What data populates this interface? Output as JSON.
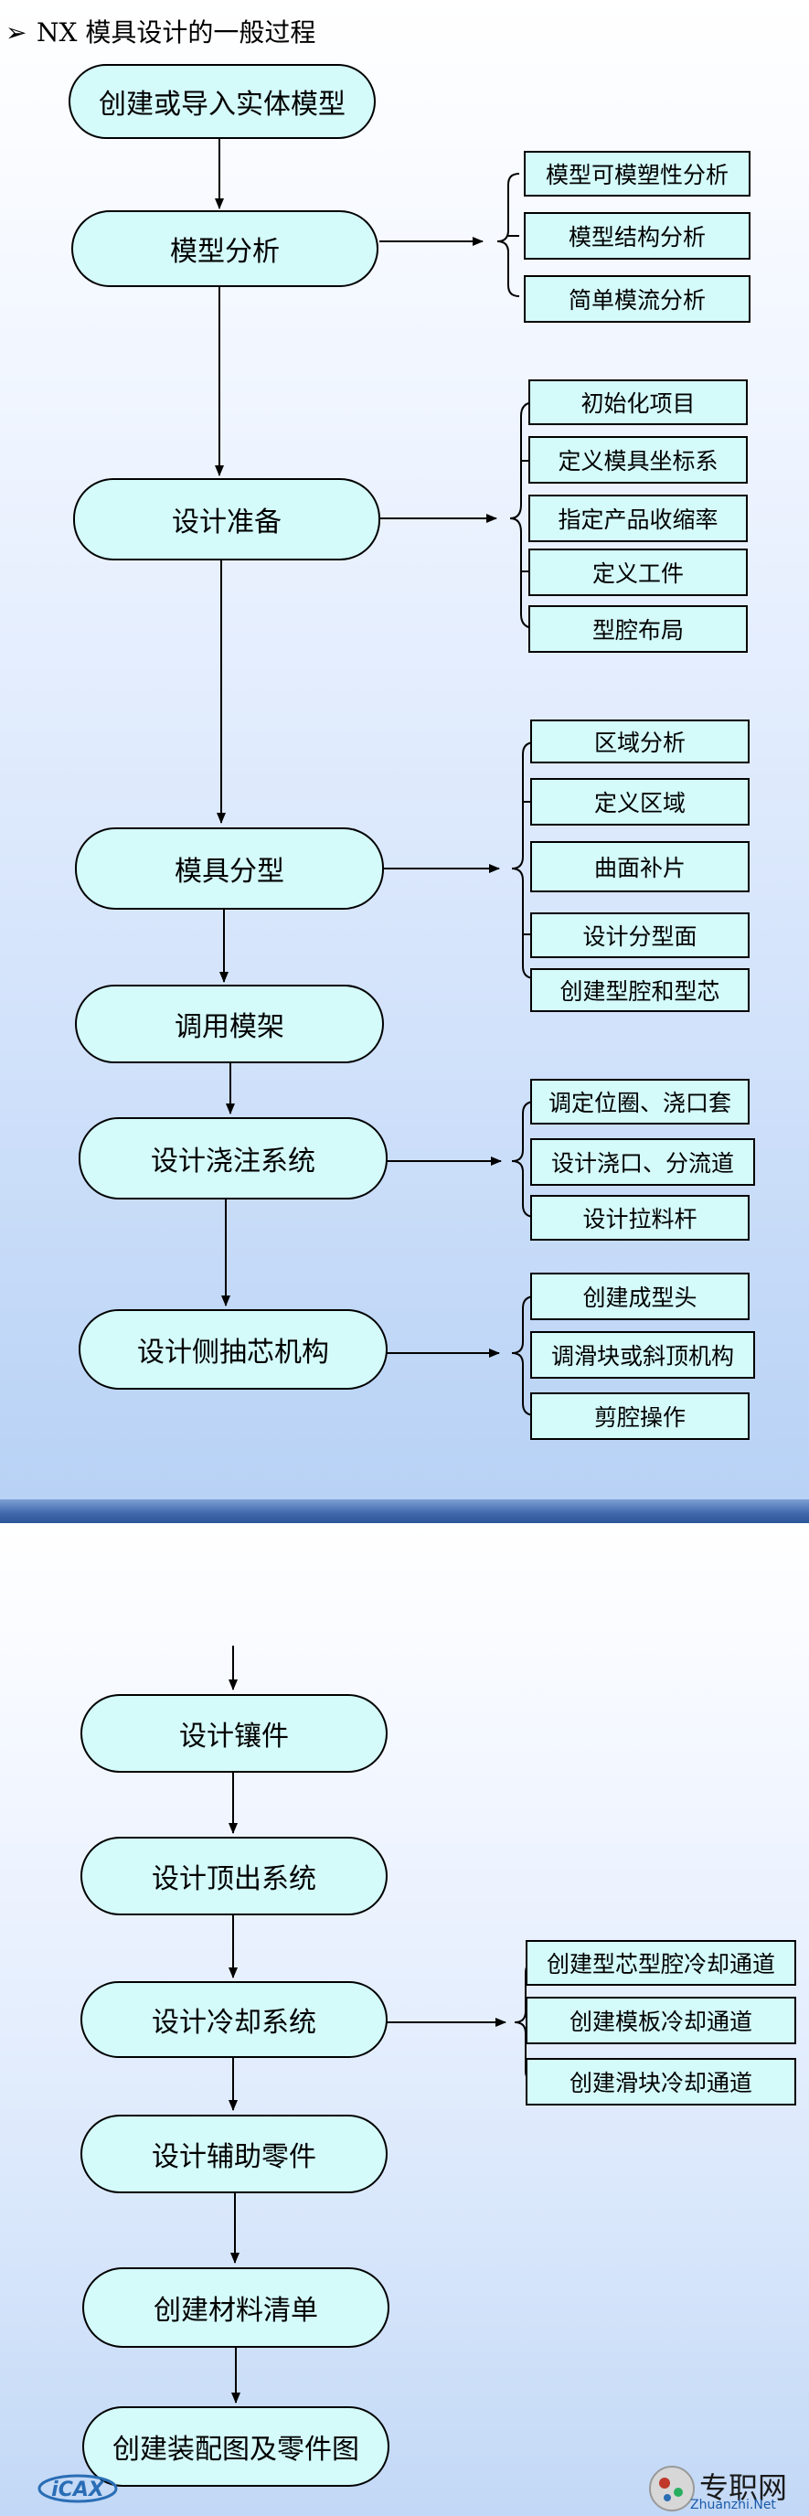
{
  "title": "NX 模具设计的一般过程",
  "flow1": {
    "main": [
      "创建或导入实体模型",
      "模型分析",
      "设计准备",
      "模具分型",
      "调用模架",
      "设计浇注系统",
      "设计侧抽芯机构"
    ],
    "groups": {
      "analysis": [
        "模型可模塑性分析",
        "模型结构分析",
        "简单模流分析"
      ],
      "prep": [
        "初始化项目",
        "定义模具坐标系",
        "指定产品收缩率",
        "定义工件",
        "型腔布局"
      ],
      "parting": [
        "区域分析",
        "定义区域",
        "曲面补片",
        "设计分型面",
        "创建型腔和型芯"
      ],
      "gating": [
        "调定位圈、浇口套",
        "设计浇口、分流道",
        "设计拉料杆"
      ],
      "slide": [
        "创建成型头",
        "调滑块或斜顶机构",
        "剪腔操作"
      ]
    }
  },
  "flow2": {
    "main": [
      "设计镶件",
      "设计顶出系统",
      "设计冷却系统",
      "设计辅助零件",
      "创建材料清单",
      "创建装配图及零件图"
    ],
    "cooling": [
      "创建型芯型腔冷却通道",
      "创建模板冷却通道",
      "创建滑块冷却通道"
    ]
  },
  "logos": {
    "right_main": "专职网",
    "right_sub": "Zhuanzhi.Net"
  },
  "colors": {
    "node_fill": "#d4fafa",
    "separator": "#3f68ab"
  }
}
